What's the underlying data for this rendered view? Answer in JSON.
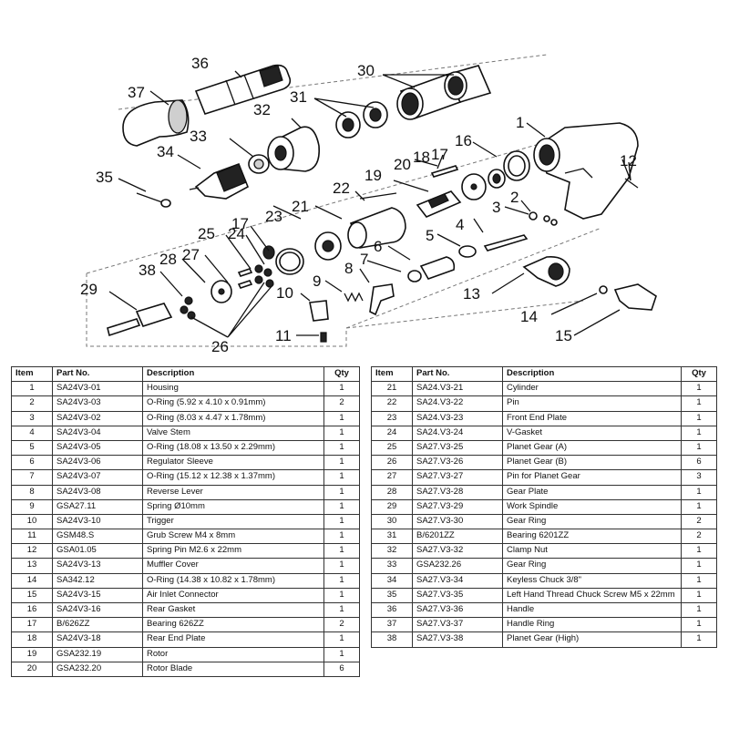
{
  "diagram": {
    "callouts": [
      "1",
      "2",
      "3",
      "4",
      "5",
      "6",
      "7",
      "8",
      "9",
      "10",
      "11",
      "12",
      "13",
      "14",
      "15",
      "16",
      "17",
      "17",
      "18",
      "19",
      "20",
      "21",
      "22",
      "23",
      "24",
      "25",
      "26",
      "27",
      "28",
      "29",
      "30",
      "31",
      "32",
      "33",
      "34",
      "35",
      "36",
      "37",
      "38"
    ]
  },
  "table": {
    "headers": {
      "item": "Item",
      "part": "Part No.",
      "desc": "Description",
      "qty": "Qty"
    },
    "left_rows": [
      {
        "item": "1",
        "part": "SA24V3-01",
        "desc": "Housing",
        "qty": "1"
      },
      {
        "item": "2",
        "part": "SA24V3-03",
        "desc": "O-Ring (5.92 x 4.10 x 0.91mm)",
        "qty": "2"
      },
      {
        "item": "3",
        "part": "SA24V3-02",
        "desc": "O-Ring (8.03 x 4.47 x 1.78mm)",
        "qty": "1"
      },
      {
        "item": "4",
        "part": "SA24V3-04",
        "desc": "Valve Stem",
        "qty": "1"
      },
      {
        "item": "5",
        "part": "SA24V3-05",
        "desc": "O-Ring (18.08 x 13.50 x 2.29mm)",
        "qty": "1"
      },
      {
        "item": "6",
        "part": "SA24V3-06",
        "desc": "Regulator Sleeve",
        "qty": "1"
      },
      {
        "item": "7",
        "part": "SA24V3-07",
        "desc": "O-Ring (15.12 x 12.38 x 1.37mm)",
        "qty": "1"
      },
      {
        "item": "8",
        "part": "SA24V3-08",
        "desc": "Reverse Lever",
        "qty": "1"
      },
      {
        "item": "9",
        "part": "GSA27.11",
        "desc": "Spring Ø10mm",
        "qty": "1"
      },
      {
        "item": "10",
        "part": "SA24V3-10",
        "desc": "Trigger",
        "qty": "1"
      },
      {
        "item": "11",
        "part": "GSM48.S",
        "desc": "Grub Screw M4 x 8mm",
        "qty": "1"
      },
      {
        "item": "12",
        "part": "GSA01.05",
        "desc": "Spring Pin M2.6 x 22mm",
        "qty": "1"
      },
      {
        "item": "13",
        "part": "SA24V3-13",
        "desc": "Muffler Cover",
        "qty": "1"
      },
      {
        "item": "14",
        "part": "SA342.12",
        "desc": "O-Ring (14.38 x 10.82 x 1.78mm)",
        "qty": "1"
      },
      {
        "item": "15",
        "part": "SA24V3-15",
        "desc": "Air Inlet Connector",
        "qty": "1"
      },
      {
        "item": "16",
        "part": "SA24V3-16",
        "desc": "Rear Gasket",
        "qty": "1"
      },
      {
        "item": "17",
        "part": "B/626ZZ",
        "desc": "Bearing 626ZZ",
        "qty": "2"
      },
      {
        "item": "18",
        "part": "SA24V3-18",
        "desc": "Rear End Plate",
        "qty": "1"
      },
      {
        "item": "19",
        "part": "GSA232.19",
        "desc": "Rotor",
        "qty": "1"
      },
      {
        "item": "20",
        "part": "GSA232.20",
        "desc": "Rotor Blade",
        "qty": "6"
      }
    ],
    "right_rows": [
      {
        "item": "21",
        "part": "SA24.V3-21",
        "desc": "Cylinder",
        "qty": "1"
      },
      {
        "item": "22",
        "part": "SA24.V3-22",
        "desc": "Pin",
        "qty": "1"
      },
      {
        "item": "23",
        "part": "SA24.V3-23",
        "desc": "Front End Plate",
        "qty": "1"
      },
      {
        "item": "24",
        "part": "SA24.V3-24",
        "desc": "V-Gasket",
        "qty": "1"
      },
      {
        "item": "25",
        "part": "SA27.V3-25",
        "desc": "Planet Gear (A)",
        "qty": "1"
      },
      {
        "item": "26",
        "part": "SA27.V3-26",
        "desc": "Planet Gear (B)",
        "qty": "6"
      },
      {
        "item": "27",
        "part": "SA27.V3-27",
        "desc": "Pin for Planet Gear",
        "qty": "3"
      },
      {
        "item": "28",
        "part": "SA27.V3-28",
        "desc": "Gear Plate",
        "qty": "1"
      },
      {
        "item": "29",
        "part": "SA27.V3-29",
        "desc": "Work Spindle",
        "qty": "1"
      },
      {
        "item": "30",
        "part": "SA27.V3-30",
        "desc": "Gear Ring",
        "qty": "2"
      },
      {
        "item": "31",
        "part": "B/6201ZZ",
        "desc": "Bearing 6201ZZ",
        "qty": "2"
      },
      {
        "item": "32",
        "part": "SA27.V3-32",
        "desc": "Clamp Nut",
        "qty": "1"
      },
      {
        "item": "33",
        "part": "GSA232.26",
        "desc": "Gear Ring",
        "qty": "1"
      },
      {
        "item": "34",
        "part": "SA27.V3-34",
        "desc": "Keyless Chuck 3/8\"",
        "qty": "1"
      },
      {
        "item": "35",
        "part": "SA27.V3-35",
        "desc": "Left Hand Thread Chuck Screw M5 x 22mm",
        "qty": "1"
      },
      {
        "item": "36",
        "part": "SA27.V3-36",
        "desc": "Handle",
        "qty": "1"
      },
      {
        "item": "37",
        "part": "SA27.V3-37",
        "desc": "Handle Ring",
        "qty": "1"
      },
      {
        "item": "38",
        "part": "SA27.V3-38",
        "desc": "Planet Gear (High)",
        "qty": "1"
      }
    ]
  }
}
